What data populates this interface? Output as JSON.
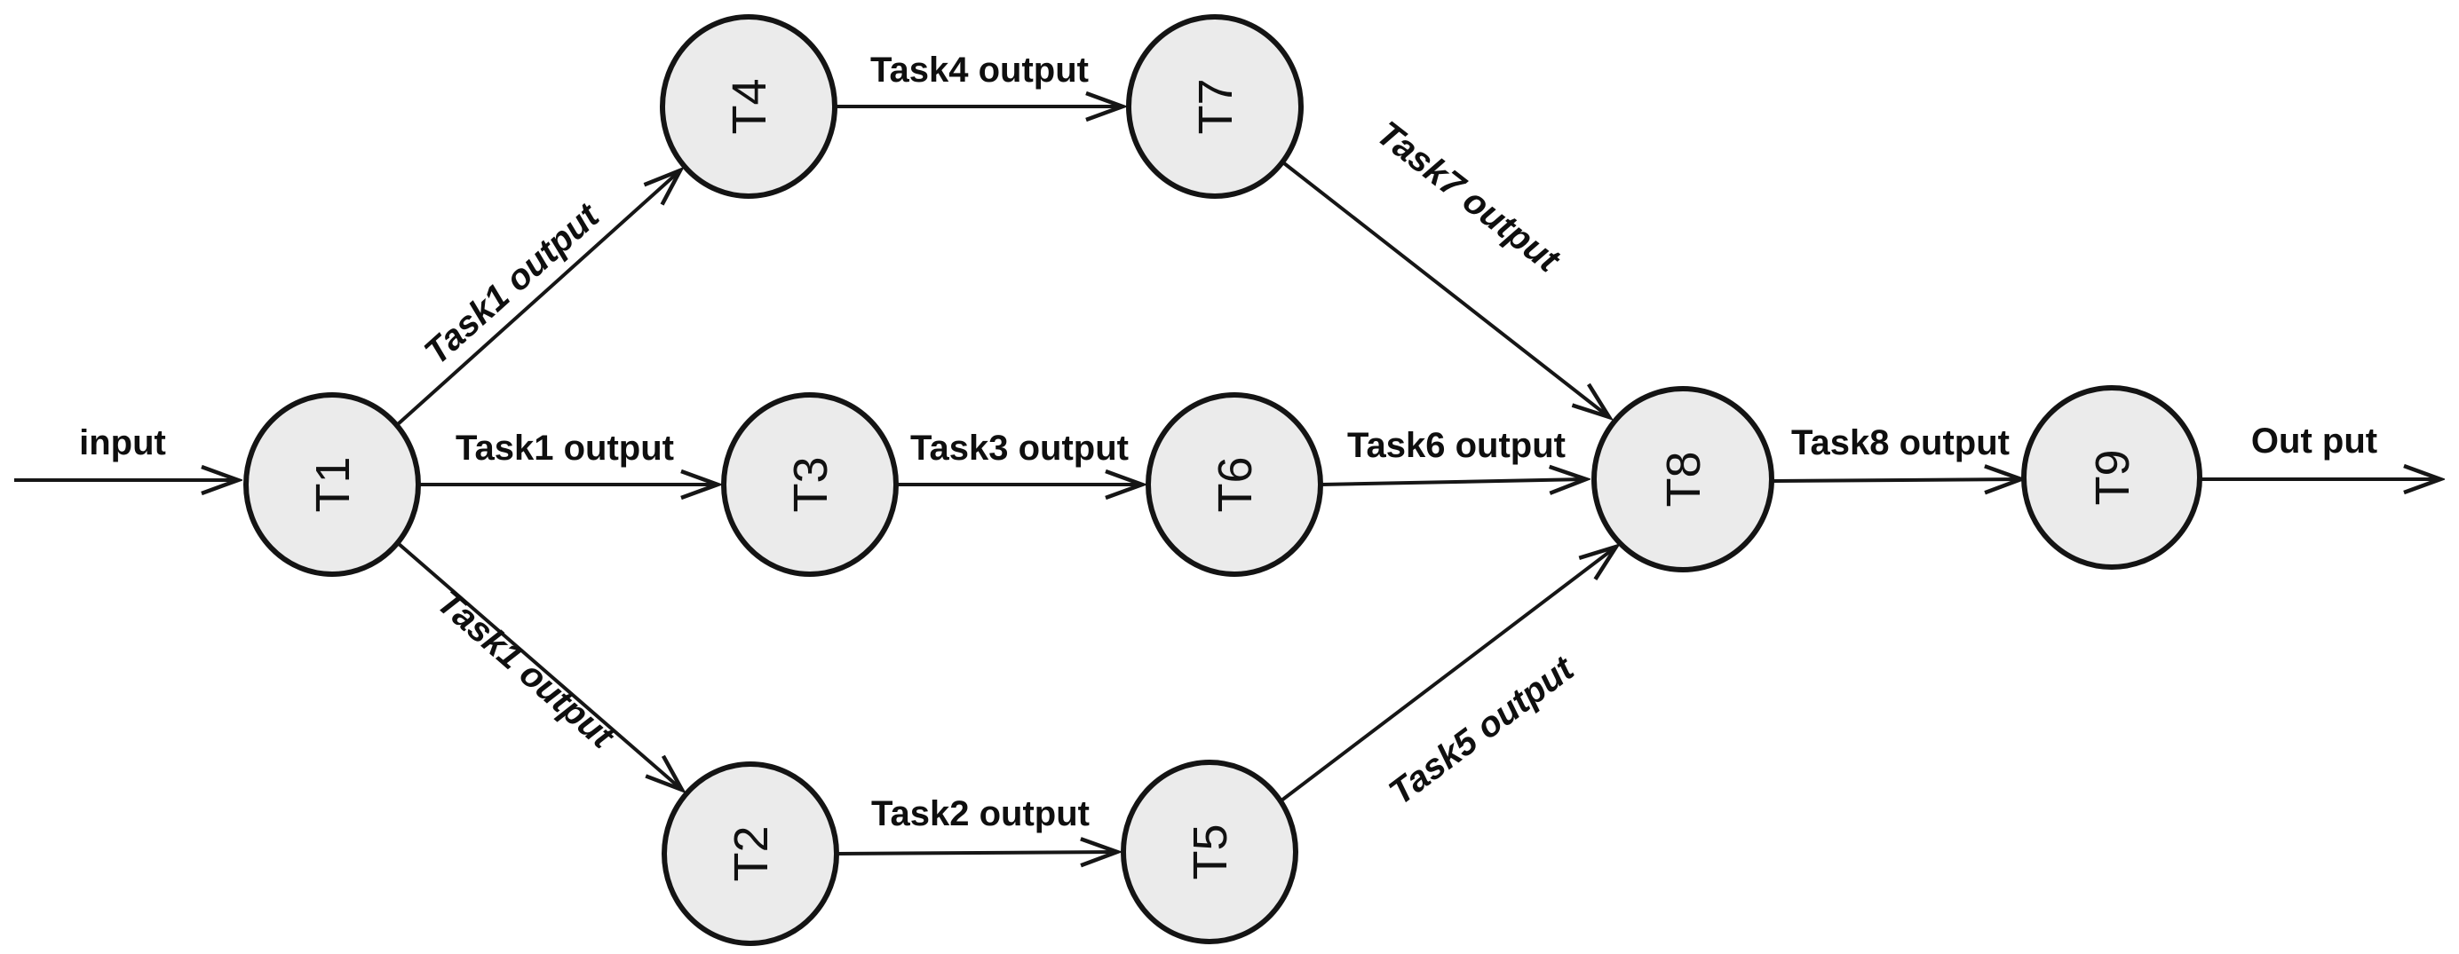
{
  "diagram": {
    "type": "task-flow-graph",
    "colors": {
      "node_fill": "#ebebeb",
      "node_stroke": "#141414",
      "edge": "#161616",
      "label": "#0f0f0f",
      "background": "#ffffff"
    },
    "nodes": [
      {
        "id": "T1",
        "label": "T1"
      },
      {
        "id": "T2",
        "label": "T2"
      },
      {
        "id": "T3",
        "label": "T3"
      },
      {
        "id": "T4",
        "label": "T4"
      },
      {
        "id": "T5",
        "label": "T5"
      },
      {
        "id": "T6",
        "label": "T6"
      },
      {
        "id": "T7",
        "label": "T7"
      },
      {
        "id": "T8",
        "label": "T8"
      },
      {
        "id": "T9",
        "label": "T9"
      }
    ],
    "edges": [
      {
        "from": "start",
        "to": "T1",
        "label": "input"
      },
      {
        "from": "T1",
        "to": "T4",
        "label": "Task1 output"
      },
      {
        "from": "T1",
        "to": "T3",
        "label": "Task1 output"
      },
      {
        "from": "T1",
        "to": "T2",
        "label": "Task1 output"
      },
      {
        "from": "T4",
        "to": "T7",
        "label": "Task4 output"
      },
      {
        "from": "T7",
        "to": "T8",
        "label": "Task7 output"
      },
      {
        "from": "T3",
        "to": "T6",
        "label": "Task3 output"
      },
      {
        "from": "T6",
        "to": "T8",
        "label": "Task6 output"
      },
      {
        "from": "T2",
        "to": "T5",
        "label": "Task2 output"
      },
      {
        "from": "T5",
        "to": "T8",
        "label": "Task5 output"
      },
      {
        "from": "T8",
        "to": "T9",
        "label": "Task8 output"
      },
      {
        "from": "T9",
        "to": "end",
        "label": "Out put"
      }
    ]
  }
}
